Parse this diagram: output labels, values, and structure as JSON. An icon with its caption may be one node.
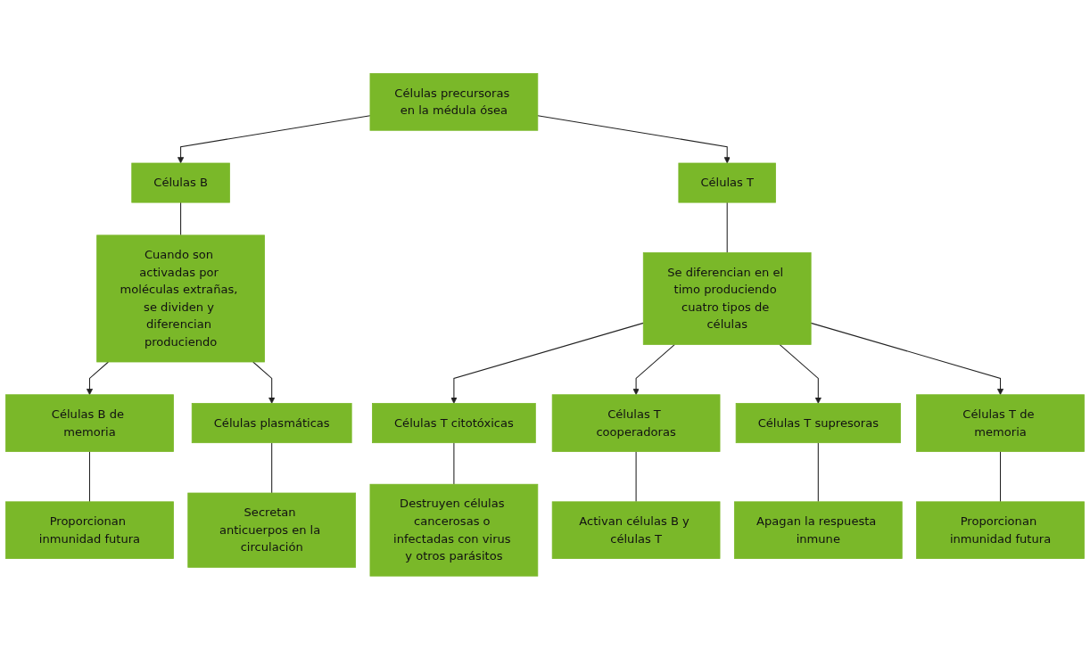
{
  "diagram": {
    "nodes": [
      {
        "text": [
          "Células precursoras en la médula ósea"
        ]
      },
      {
        "text": [
          "Células B"
        ]
      },
      {
        "text": [
          "Células T"
        ]
      },
      {
        "text": [
          "Cuando son activadas por moléculas extrañas, se dividen y diferencian produciendo"
        ]
      },
      {
        "text": [
          "Se diferencian en el timo produciendo cuatro tipos de células"
        ]
      },
      {
        "text": [
          "Células B de memoria"
        ]
      },
      {
        "text": [
          "Células plasmáticas"
        ]
      },
      {
        "text": [
          "Células T citotóxicas"
        ]
      },
      {
        "text": [
          "Células T cooperadoras"
        ]
      },
      {
        "text": [
          "Células T supresoras"
        ]
      },
      {
        "text": [
          "Células T de memoria"
        ]
      },
      {
        "text": [
          "Proporcionan inmunidad futura"
        ]
      },
      {
        "text": [
          "Secretan anticuerpos en la circulación"
        ]
      },
      {
        "text": [
          "Destruyen células cancerosas o infectadas con virus y otros parásitos"
        ]
      },
      {
        "text": [
          "Activan células B y células T"
        ]
      },
      {
        "text": [
          "Apagan la respuesta inmune"
        ]
      },
      {
        "text": [
          "Proporcionan inmunidad futura"
        ]
      }
    ],
    "edges": [
      {
        "from": 0,
        "to": 1,
        "arrow": "to"
      },
      {
        "from": 0,
        "to": 2,
        "arrow": "to"
      },
      {
        "from": 1,
        "to": 3,
        "arrow": "none"
      },
      {
        "from": 2,
        "to": 4,
        "arrow": "none"
      },
      {
        "from": 3,
        "to": 5,
        "arrow": "to"
      },
      {
        "from": 3,
        "to": 6,
        "arrow": "to"
      },
      {
        "from": 4,
        "to": 7,
        "arrow": "to"
      },
      {
        "from": 4,
        "to": 8,
        "arrow": "to"
      },
      {
        "from": 4,
        "to": 9,
        "arrow": "to"
      },
      {
        "from": 4,
        "to": 10,
        "arrow": "to"
      },
      {
        "from": 5,
        "to": 11,
        "arrow": "none"
      },
      {
        "from": 6,
        "to": 12,
        "arrow": "none"
      },
      {
        "from": 7,
        "to": 13,
        "arrow": "none"
      },
      {
        "from": 8,
        "to": 14,
        "arrow": "none"
      },
      {
        "from": 9,
        "to": 15,
        "arrow": "none"
      },
      {
        "from": 10,
        "to": 16,
        "arrow": "none"
      }
    ]
  }
}
